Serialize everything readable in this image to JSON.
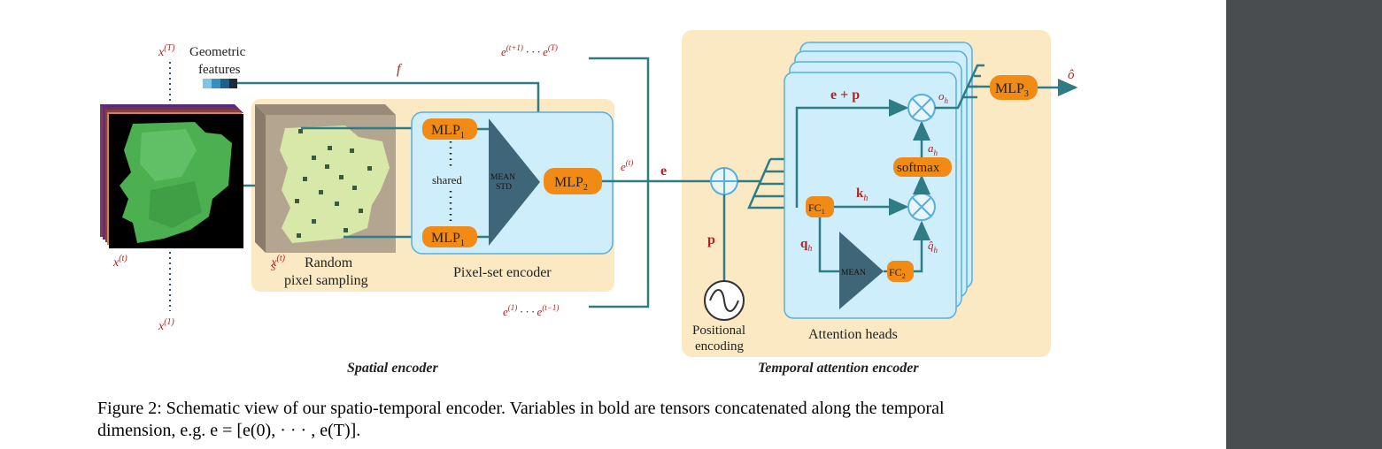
{
  "figure": {
    "var_x_T": "x",
    "sup_T": "(T)",
    "var_x_t": "x",
    "sup_t": "(t)",
    "var_x_1": "x",
    "sup_1": "(1)",
    "xs_var": "x",
    "xs_sup": "(t)",
    "xs_sub": "S",
    "geometric_line1": "Geometric",
    "geometric_line2": "features",
    "f_label": "f",
    "random_line1": "Random",
    "random_line2": "pixel sampling",
    "mlp1_top": "MLP",
    "mlp1_bottom": "MLP",
    "sub1": "1",
    "shared_label": "shared",
    "mean_label": "MEAN",
    "std_label": "STD",
    "mlp2_label": "MLP",
    "sub2": "2",
    "pixel_set_label": "Pixel-set encoder",
    "spatial_encoder_label": "Spatial encoder",
    "e_future": "e",
    "e_future_sup1": "(t+1)",
    "e_future_dots": "· · ·",
    "e_future_sup2": "(T)",
    "e_past": "e",
    "e_past_sup1": "(1)",
    "e_past_dots": "· · ·",
    "e_past_sup2": "(t−1)",
    "e_t": "e",
    "e_t_sup": "(t)",
    "e_bold": "e",
    "p_bold": "p",
    "positional_line1": "Positional",
    "positional_line2": "encoding",
    "e_plus_p": "e + p",
    "fc_label": "FC",
    "k_label": "k",
    "q_label": "q",
    "h_sub": "h",
    "a_label": "a",
    "o_label": "o",
    "qhat_label": "q̂",
    "softmax_label": "softmax",
    "mean_label2": "MEAN",
    "mlp3_label": "MLP",
    "sub3": "3",
    "ohat_label": "ô",
    "attention_heads_label": "Attention heads",
    "temporal_encoder_label": "Temporal attention encoder"
  },
  "caption": {
    "line1": "Figure 2: Schematic view of our spatio-temporal encoder. Variables in bold are tensors concatenated along the temporal",
    "line2": "dimension, e.g. e = [e(0), · · · , e(T)]."
  },
  "colors": {
    "panel_bg": "#fbe9c4",
    "blue_box": "#cdeefa",
    "blue_border": "#5aaedb",
    "orange": "#f28a16",
    "teal_line": "#2f7c84",
    "dark_triangle": "#3f6678",
    "var_red": "#b22222",
    "sidebar": "#4a4d4f"
  }
}
